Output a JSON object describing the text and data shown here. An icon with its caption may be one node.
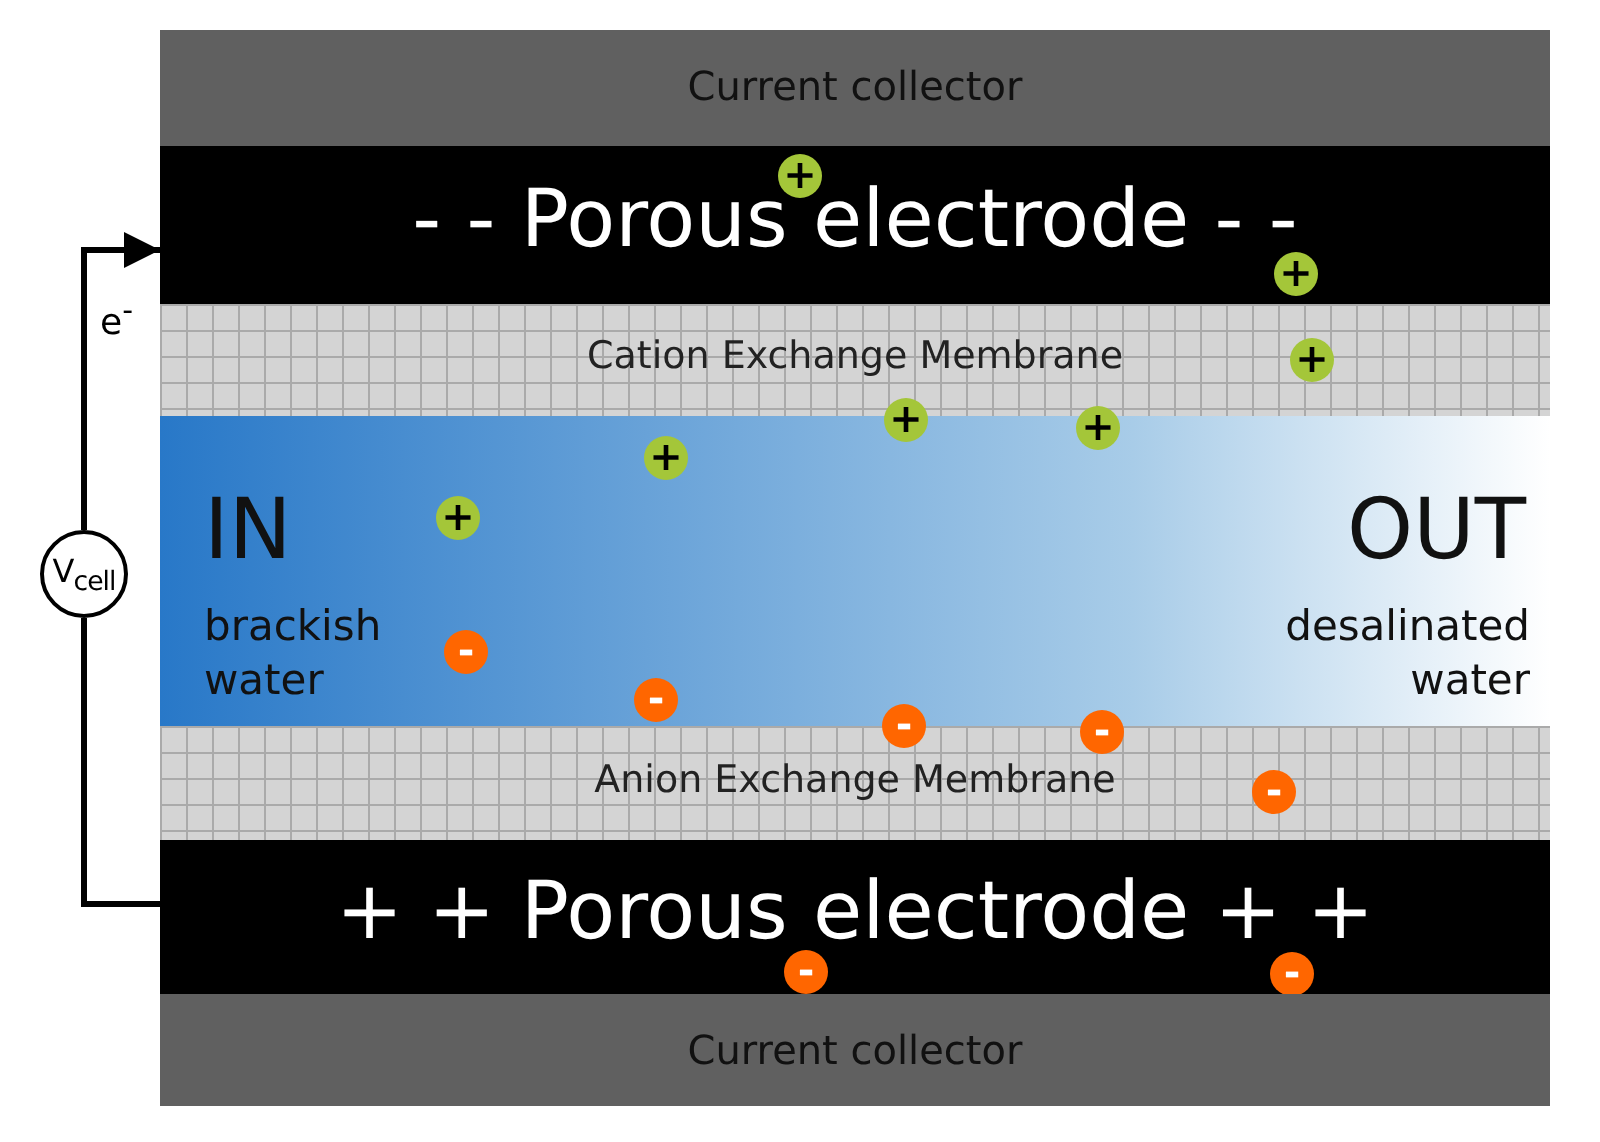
{
  "diagram": {
    "nodes": [
      {
        "text": [
          "Current collector"
        ]
      },
      {
        "text": [
          "- - Porous electrode - -"
        ]
      },
      {
        "text": [
          "+"
        ],
        "in": 1
      },
      {
        "text": [
          "+"
        ],
        "in": 1
      },
      {
        "text": [
          "Cation Exchange Membrane"
        ]
      },
      {
        "text": [
          "+"
        ],
        "in": 4
      },
      {
        "text": [
          "+"
        ]
      },
      {
        "text": [
          "+"
        ]
      },
      {
        "text": [
          "IN",
          "brackish water",
          "OUT",
          "desalinated water"
        ]
      },
      {
        "text": [
          "+"
        ],
        "in": 8
      },
      {
        "text": [
          "+"
        ],
        "in": 8
      },
      {
        "text": [
          "-"
        ],
        "in": 8
      },
      {
        "text": [
          "-"
        ],
        "in": 8
      },
      {
        "text": [
          "-"
        ]
      },
      {
        "text": [
          "-"
        ]
      },
      {
        "text": [
          "Anion Exchange Membrane"
        ]
      },
      {
        "text": [
          "-"
        ],
        "in": 15
      },
      {
        "text": [
          "+ + Porous electrode + +"
        ]
      },
      {
        "text": [
          "-"
        ],
        "in": 17
      },
      {
        "text": [
          "-"
        ],
        "in": 17
      },
      {
        "text": [
          "Current collector"
        ]
      },
      {
        "text": [
          "V$_{cell}$"
        ]
      }
    ],
    "edges": [
      {
        "from": 21,
        "to": 1,
        "arrow": "to"
      },
      {
        "from": 21,
        "to": 17,
        "arrow": "none"
      }
    ],
    "labels": [
      "e$^{-}$"
    ]
  }
}
